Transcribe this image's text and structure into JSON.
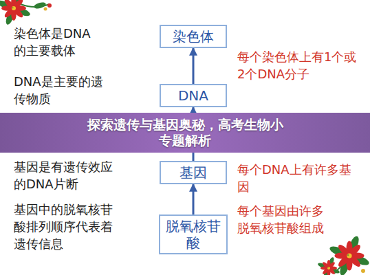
{
  "diagram": {
    "title": "探索遗传与基因奥秘，高考生物小专题解析",
    "nodes": [
      {
        "text": [
          "染色体"
        ]
      },
      {
        "text": [
          "DNA"
        ]
      },
      {
        "text": [
          "基因"
        ]
      },
      {
        "text": [
          "脱氧核苷酸"
        ]
      }
    ],
    "edges": [
      {
        "from": 1,
        "to": 0,
        "arrow": "to"
      },
      {
        "from": 2,
        "to": 1,
        "arrow": "to"
      },
      {
        "from": 3,
        "to": 2,
        "arrow": "to"
      }
    ],
    "labels": [
      "染色体是DNA的主要载体",
      "DNA是主要的遗传物质",
      "基因是有遗传效应的DNA片断",
      "基因中的脱氧核苷酸排列顺序代表着遗传信息",
      "每个染色体上有1个或2个DNA分子",
      "每个DNA上有许多基因",
      "每个基因由许多脱氧核苷酸组成"
    ]
  }
}
